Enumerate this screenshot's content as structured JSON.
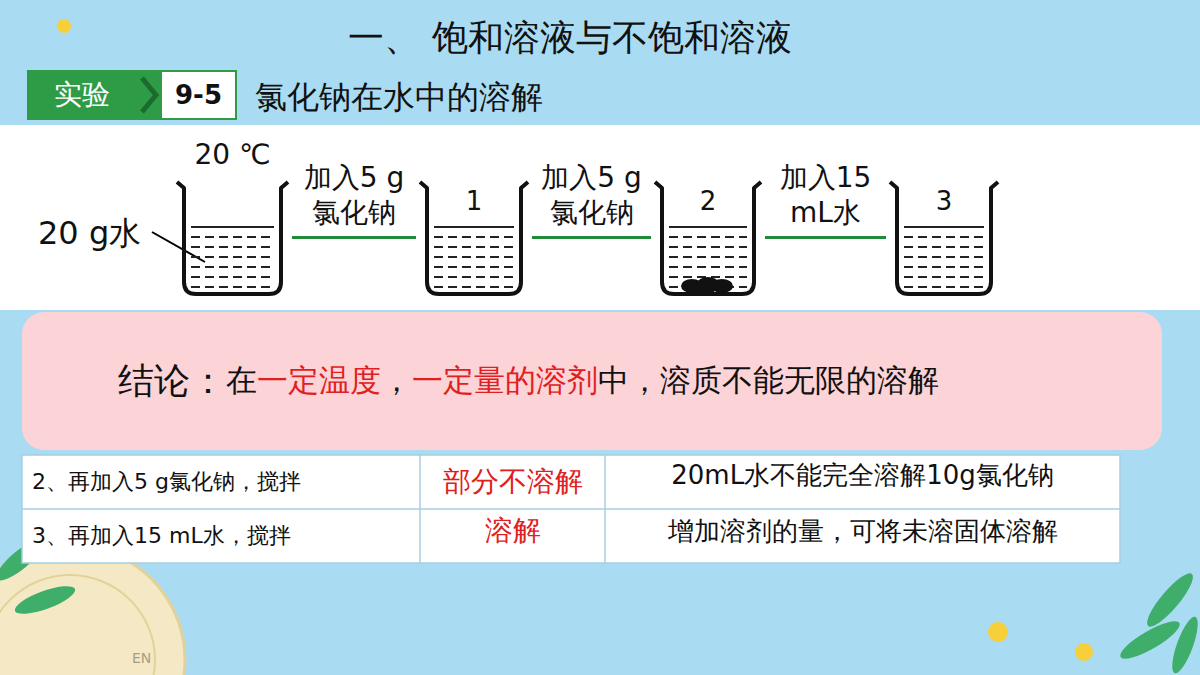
{
  "diagram": {
    "title": "一、 饱和溶液与不饱和溶液",
    "nodes": [
      {
        "text": [
          "实验"
        ]
      },
      {
        "text": [
          "9-5"
        ]
      },
      {
        "text": [
          "20 ℃"
        ]
      },
      {
        "text": [
          "1"
        ]
      },
      {
        "text": [
          "2"
        ]
      },
      {
        "text": [
          "3"
        ]
      },
      {
        "text": [
          "结论：",
          "在",
          "一定温度",
          "，",
          "一定量的溶剂",
          "中，溶质不能无限的溶解"
        ]
      }
    ],
    "edges": [
      {
        "from": 2,
        "to": 3,
        "arrow": "none",
        "label": "加入5 g 氯化钠"
      },
      {
        "from": 3,
        "to": 4,
        "arrow": "none",
        "label": "加入5 g 氯化钠"
      },
      {
        "from": 4,
        "to": 5,
        "arrow": "none",
        "label": "加入15 mL水"
      }
    ],
    "labels": [
      "氯化钠在水中的溶解",
      "20 g水",
      "2、再加入5 g氯化钠，搅拌",
      "部分不溶解",
      "20mL水不能完全溶解10g氯化钠",
      "3、再加入15 mL水，搅拌",
      "溶解",
      "增加溶剂的量，可将未溶固体溶解",
      "EN"
    ]
  }
}
